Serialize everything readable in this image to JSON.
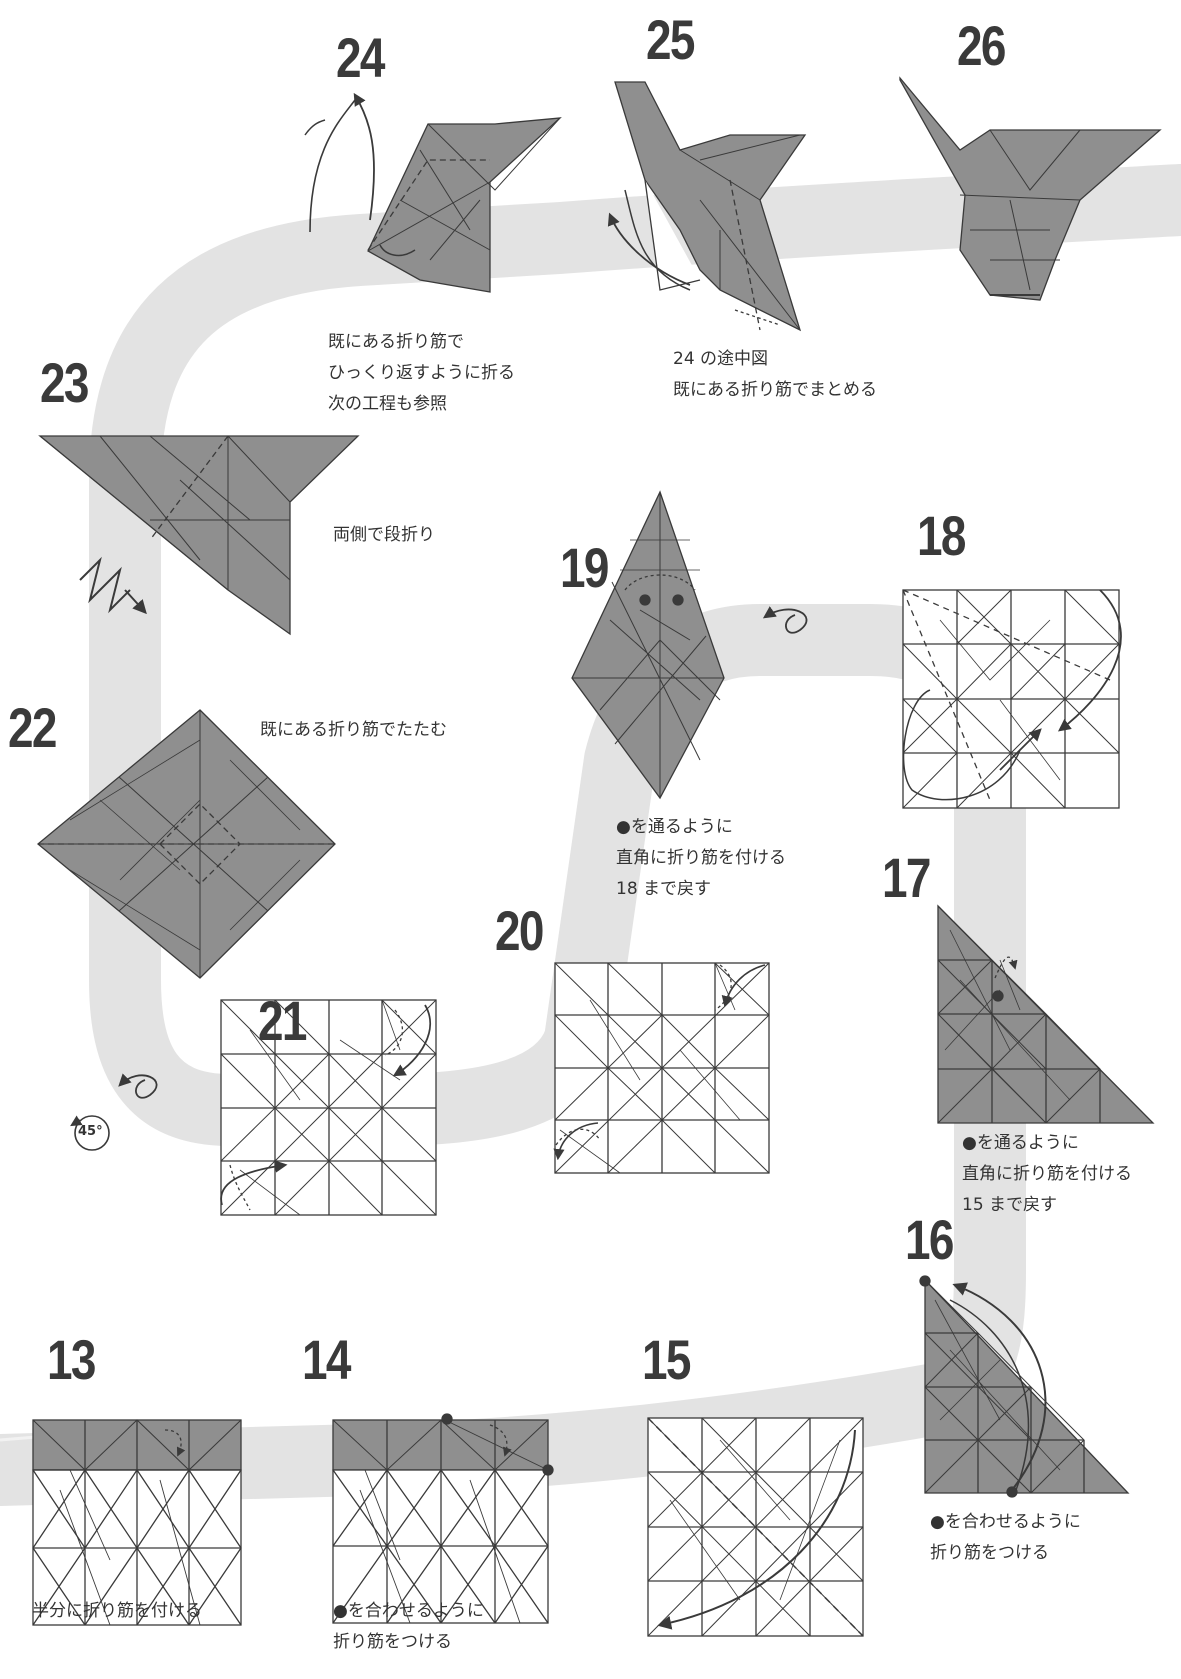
{
  "steps": {
    "s13": "13",
    "s14": "14",
    "s15": "15",
    "s16": "16",
    "s17": "17",
    "s18": "18",
    "s19": "19",
    "s20": "20",
    "s21": "21",
    "s22": "22",
    "s23": "23",
    "s24": "24",
    "s25": "25",
    "s26": "26"
  },
  "captions": {
    "s24": [
      "既にある折り筋で",
      "ひっくり返すように折る",
      "次の工程も参照"
    ],
    "s25": [
      "24 の途中図",
      "既にある折り筋でまとめる"
    ],
    "s23": [
      "両側で段折り"
    ],
    "s22": [
      "既にある折り筋でたたむ"
    ],
    "s19": [
      "●を通るように",
      "直角に折り筋を付ける",
      "18 まで戻す"
    ],
    "s17": [
      "●を通るように",
      "直角に折り筋を付ける",
      "15 まで戻す"
    ],
    "s16": [
      "●を合わせるように",
      "折り筋をつける"
    ],
    "s14": [
      "●を合わせるように",
      "折り筋をつける"
    ],
    "s13": [
      "半分に折り筋を付ける"
    ]
  },
  "rotate_label": "45°",
  "colors": {
    "paper_gray": "#8f8f8f",
    "path_band": "#e2e2e2",
    "line": "#3a3a3a"
  }
}
